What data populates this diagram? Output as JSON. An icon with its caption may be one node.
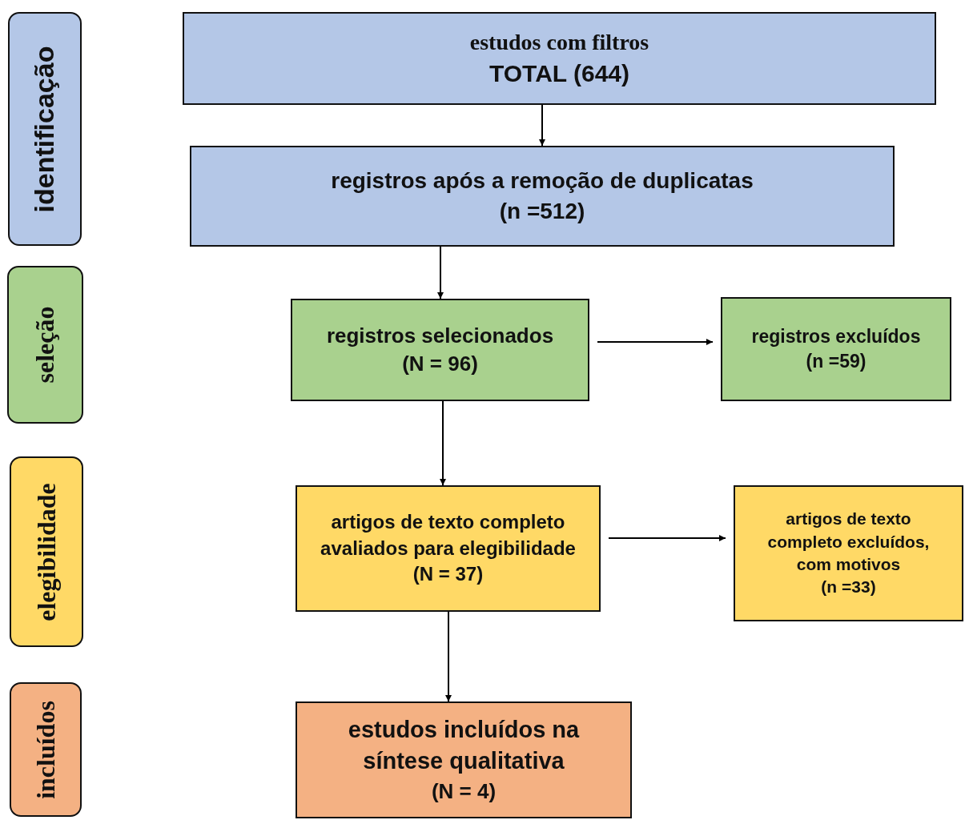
{
  "diagram": {
    "nodes": [
      {
        "text": [
          "identificação"
        ]
      },
      {
        "text": [
          "seleção"
        ]
      },
      {
        "text": [
          "elegibilidade"
        ]
      },
      {
        "text": [
          "incluídos"
        ]
      },
      {
        "text": [
          "estudos com filtros",
          "TOTAL (644)"
        ]
      },
      {
        "text": [
          "registros após a remoção de duplicatas",
          "(n =512)"
        ]
      },
      {
        "text": [
          "registros selecionados",
          "(N = 96)"
        ]
      },
      {
        "text": [
          "registros excluídos",
          "(n =59)"
        ]
      },
      {
        "text": [
          "artigos de texto completo avaliados para elegibilidade",
          "(N = 37)"
        ]
      },
      {
        "text": [
          "artigos de texto completo excluídos, com motivos",
          "(n =33)"
        ]
      },
      {
        "text": [
          "estudos incluídos na síntese qualitativa",
          "(N = 4)"
        ]
      }
    ],
    "edges": [
      {
        "from": 4,
        "to": 5,
        "arrow": "to"
      },
      {
        "from": 5,
        "to": 6,
        "arrow": "to"
      },
      {
        "from": 6,
        "to": 7,
        "arrow": "to"
      },
      {
        "from": 6,
        "to": 8,
        "arrow": "to"
      },
      {
        "from": 8,
        "to": 9,
        "arrow": "to"
      },
      {
        "from": 8,
        "to": 10,
        "arrow": "to"
      }
    ]
  }
}
